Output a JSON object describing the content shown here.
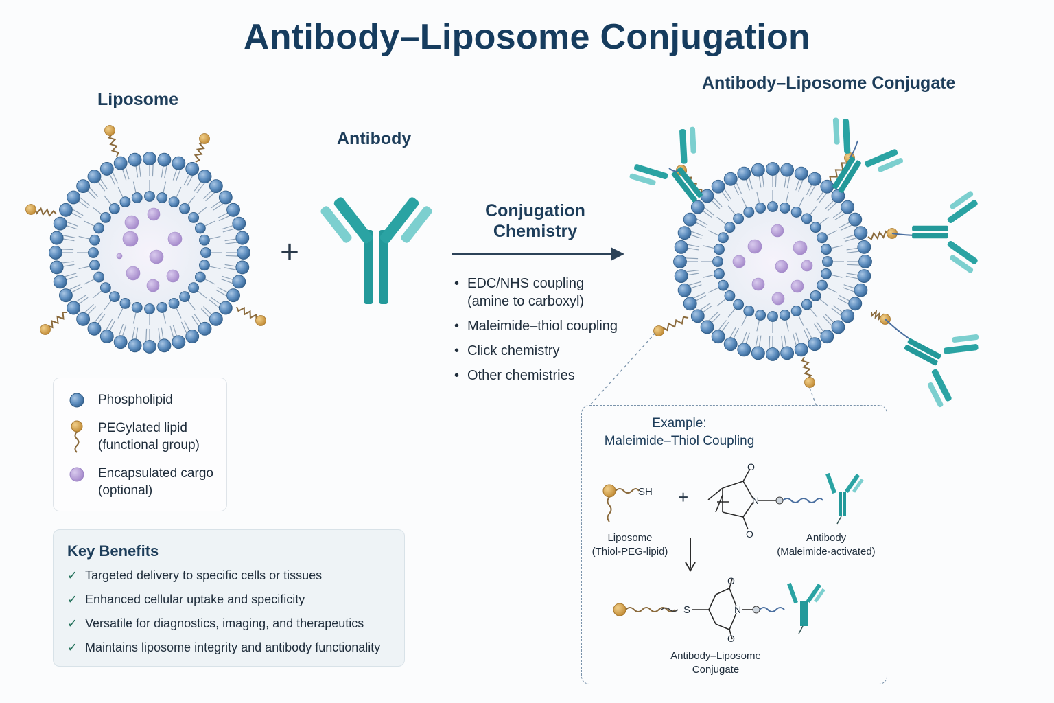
{
  "title": "Antibody–Liposome Conjugation",
  "liposome": {
    "label": "Liposome"
  },
  "plus": "+",
  "antibody": {
    "label": "Antibody"
  },
  "conjugation": {
    "title_line1": "Conjugation",
    "title_line2": "Chemistry",
    "methods": [
      {
        "line1": "EDC/NHS coupling",
        "line2": "(amine to carboxyl)"
      },
      {
        "line1": "Maleimide–thiol coupling"
      },
      {
        "line1": "Click chemistry"
      },
      {
        "line1": "Other chemistries"
      }
    ]
  },
  "conjugate": {
    "label": "Antibody–Liposome Conjugate"
  },
  "legend": {
    "items": [
      {
        "icon": "phospholipid-icon",
        "text_line1": "Phospholipid"
      },
      {
        "icon": "pegylated-lipid-icon",
        "text_line1": "PEGylated lipid",
        "text_line2": "(functional group)"
      },
      {
        "icon": "cargo-icon",
        "text_line1": "Encapsulated cargo",
        "text_line2": "(optional)"
      }
    ]
  },
  "benefits": {
    "title": "Key Benefits",
    "items": [
      "Targeted delivery to specific cells or tissues",
      "Enhanced cellular uptake and specificity",
      "Versatile for diagnostics, imaging, and therapeutics",
      "Maintains liposome integrity and antibody functionality"
    ]
  },
  "example": {
    "title_line1": "Example:",
    "title_line2": "Maleimide–Thiol Coupling",
    "sh": "SH",
    "plus": "+",
    "o": "O",
    "n": "N",
    "s": "S",
    "liposome_label_line1": "Liposome",
    "liposome_label_line2": "(Thiol-PEG-lipid)",
    "antibody_label_line1": "Antibody",
    "antibody_label_line2": "(Maleimide-activated)",
    "product_line1": "Antibody–Liposome",
    "product_line2": "Conjugate"
  },
  "colors": {
    "title": "#163c5e",
    "phospholipid": "#5f8fc0",
    "peg_head": "#d6a24e",
    "peg_tail": "#8a6a3c",
    "cargo": "#b49bd6",
    "antibody": "#2aa3a3",
    "antibody_light": "#7ccfcf",
    "check": "#1f6e57"
  }
}
